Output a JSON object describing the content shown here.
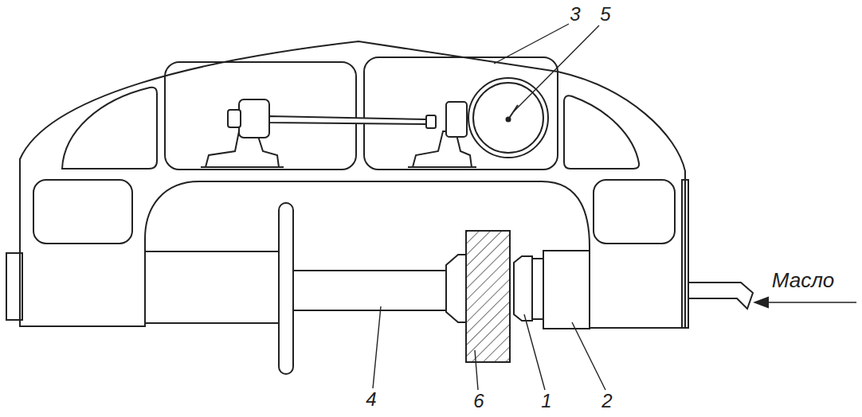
{
  "diagram": {
    "labels": [
      "3",
      "5",
      "Масло",
      "4",
      "6",
      "1",
      "2"
    ]
  }
}
